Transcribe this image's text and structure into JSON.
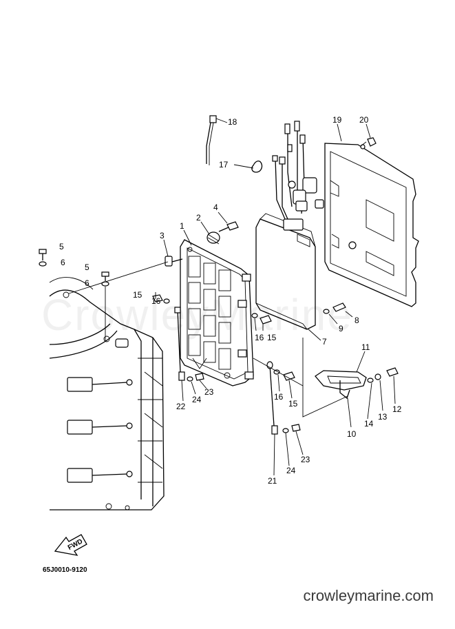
{
  "watermark": "CrowleyMarine",
  "website": "crowleymarine.com",
  "figure_code": "65J0010-9120",
  "fwd_label": "FWD",
  "callouts": [
    {
      "id": "c18",
      "text": "18"
    },
    {
      "id": "c19",
      "text": "19"
    },
    {
      "id": "c20",
      "text": "20"
    },
    {
      "id": "c17",
      "text": "17"
    },
    {
      "id": "c4",
      "text": "4"
    },
    {
      "id": "c2",
      "text": "2"
    },
    {
      "id": "c1",
      "text": "1"
    },
    {
      "id": "c3",
      "text": "3"
    },
    {
      "id": "c5a",
      "text": "5"
    },
    {
      "id": "c6a",
      "text": "6"
    },
    {
      "id": "c5b",
      "text": "5"
    },
    {
      "id": "c6b",
      "text": "6"
    },
    {
      "id": "c15a",
      "text": "15"
    },
    {
      "id": "c16a",
      "text": "16"
    },
    {
      "id": "c8",
      "text": "8"
    },
    {
      "id": "c9",
      "text": "9"
    },
    {
      "id": "c16b",
      "text": "16"
    },
    {
      "id": "c15b",
      "text": "15"
    },
    {
      "id": "c7",
      "text": "7"
    },
    {
      "id": "c11",
      "text": "11"
    },
    {
      "id": "c12",
      "text": "12"
    },
    {
      "id": "c13",
      "text": "13"
    },
    {
      "id": "c14",
      "text": "14"
    },
    {
      "id": "c10",
      "text": "10"
    },
    {
      "id": "c16c",
      "text": "16"
    },
    {
      "id": "c15c",
      "text": "15"
    },
    {
      "id": "c22",
      "text": "22"
    },
    {
      "id": "c24a",
      "text": "24"
    },
    {
      "id": "c23a",
      "text": "23"
    },
    {
      "id": "c21",
      "text": "21"
    },
    {
      "id": "c24b",
      "text": "24"
    },
    {
      "id": "c23b",
      "text": "23"
    }
  ]
}
